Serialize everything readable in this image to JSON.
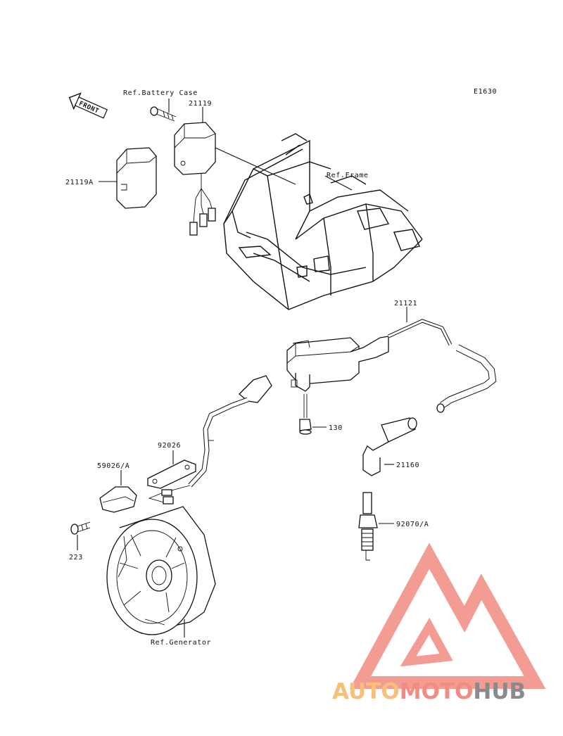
{
  "diagram_code": "E1630",
  "front_label": "FRONT",
  "labels": {
    "ref_battery_case": "Ref.Battery Case",
    "p21119": "21119",
    "p21119a": "21119A",
    "ref_frame": "Ref.Frame",
    "p21121": "21121",
    "p130": "130",
    "p92026": "92026",
    "p59026a": "59026/A",
    "p21160": "21160",
    "p92070a": "92070/A",
    "p223": "223",
    "ref_generator": "Ref.Generator"
  },
  "watermark": {
    "part1": "AUTO",
    "part2": "MOTO",
    "part3": "HUB",
    "colors": {
      "auto": "#f6c07a",
      "moto": "#f28b82",
      "hub": "#8a8a8a",
      "logo": "#f28b82"
    }
  }
}
